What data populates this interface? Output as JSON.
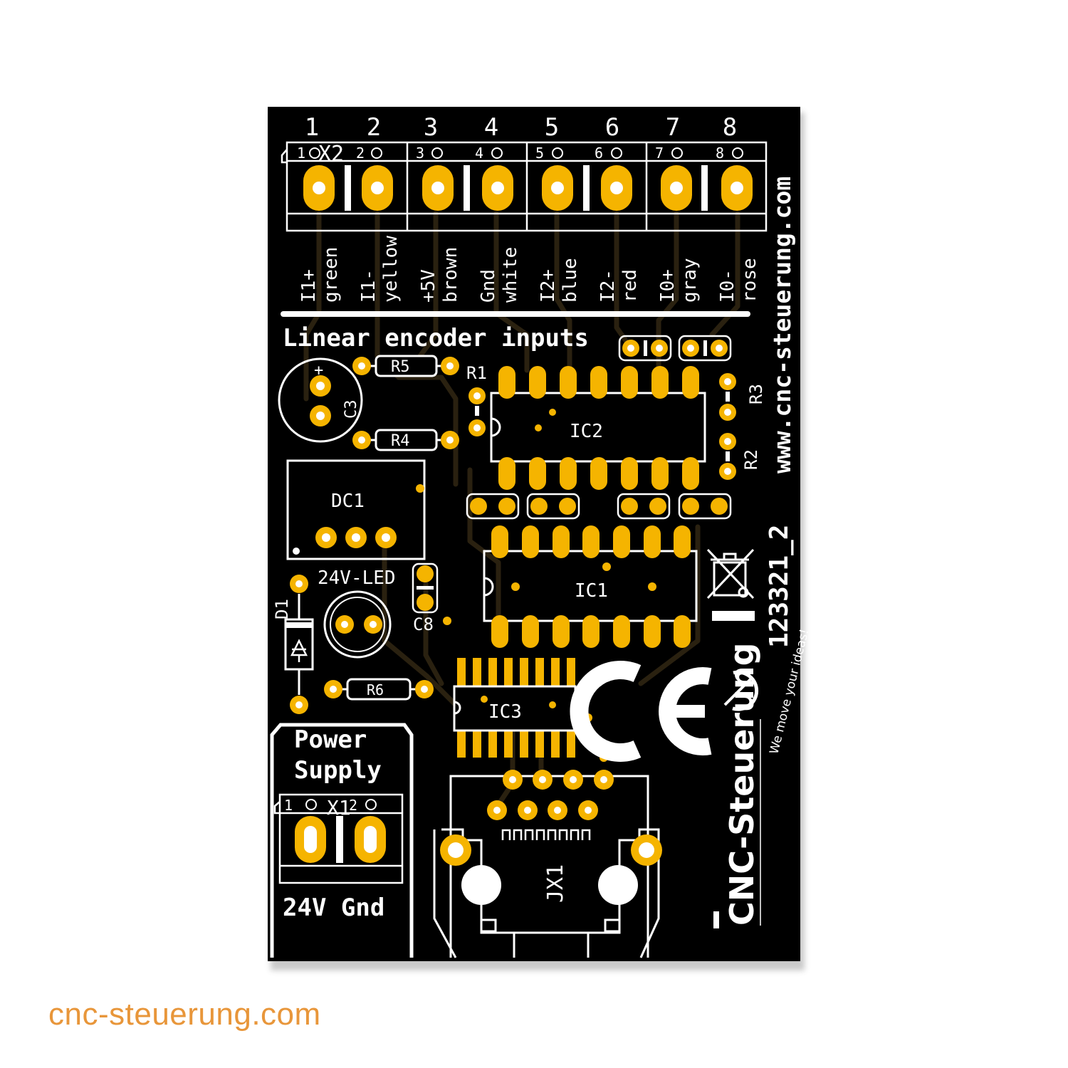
{
  "colors": {
    "board": "#000000",
    "silkscreen": "#ffffff",
    "copper": "#f5b400",
    "trace": "#1c1608",
    "watermark": "#e8963a"
  },
  "header": {
    "pin_numbers": [
      "1",
      "2",
      "3",
      "4",
      "5",
      "6",
      "7",
      "8"
    ],
    "terminal_pin_marks": [
      "1",
      "2",
      "3",
      "4",
      "5",
      "6",
      "7",
      "8"
    ]
  },
  "wire_labels": [
    {
      "signal": "I1+",
      "color": "green"
    },
    {
      "signal": "I1-",
      "color": "yellow"
    },
    {
      "signal": "+5V",
      "color": "brown"
    },
    {
      "signal": "Gnd",
      "color": "white"
    },
    {
      "signal": "I2+",
      "color": "blue"
    },
    {
      "signal": "I2-",
      "color": "red"
    },
    {
      "signal": "I0+",
      "color": "gray"
    },
    {
      "signal": "I0-",
      "color": "rose"
    }
  ],
  "section_title": "Linear encoder inputs",
  "designators": {
    "x2": "X2",
    "x1": "X1",
    "r1": "R1",
    "r2": "R2",
    "r3": "R3",
    "r4": "R4",
    "r5": "R5",
    "r6": "R6",
    "c3": "C3",
    "c8": "C8",
    "ic1": "IC1",
    "ic2": "IC2",
    "ic3": "IC3",
    "dc1": "DC1",
    "d1": "D1",
    "led": "24V-LED",
    "jx1": "JX1"
  },
  "side_text": {
    "url": "www.cnc-steuerung.com",
    "part_number": "123321_2"
  },
  "power": {
    "title_line1": "Power",
    "title_line2": "Supply",
    "pin1": "1",
    "pin2": "2",
    "pins_label": "24V Gnd"
  },
  "marks": {
    "ce": "CE"
  },
  "logo": {
    "name": "CNC-Steuerung",
    "tagline": "We move your ideas!"
  },
  "watermark": "cnc-steuerung.com"
}
